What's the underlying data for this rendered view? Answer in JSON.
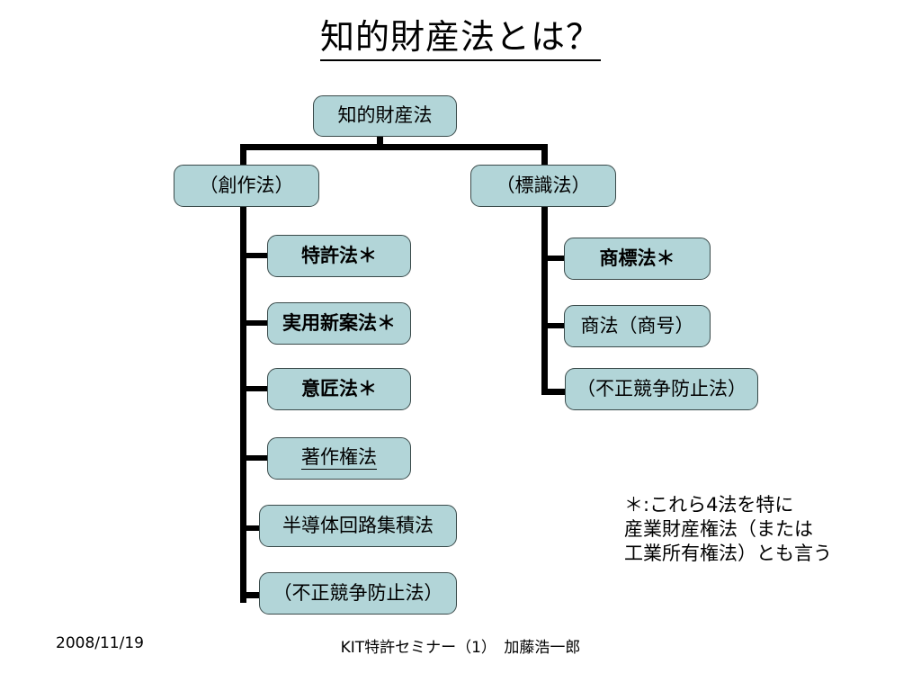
{
  "slide": {
    "title": "知的財産法とは？",
    "background_color": "#ffffff",
    "node_fill_color": "#b2d5d8",
    "node_border_color": "#3a4a4a",
    "line_color": "#000000"
  },
  "diagram": {
    "root": {
      "label": "知的財産法"
    },
    "branches": [
      {
        "label": "（創作法）",
        "children": [
          {
            "label": "特許法＊"
          },
          {
            "label": "実用新案法＊"
          },
          {
            "label": "意匠法＊"
          },
          {
            "label": "著作権法"
          },
          {
            "label": "半導体回路集積法"
          },
          {
            "label": "（不正競争防止法）"
          }
        ]
      },
      {
        "label": "（標識法）",
        "children": [
          {
            "label": "商標法＊"
          },
          {
            "label": "商法（商号）"
          },
          {
            "label": "（不正競争防止法）"
          }
        ]
      }
    ]
  },
  "note": {
    "text": "＊:これら4法を特に\n産業財産権法（または\n工業所有権法）とも言う"
  },
  "footer": {
    "date": "2008/11/19",
    "center": "KIT特許セミナー（1）　加藤浩一郎"
  }
}
